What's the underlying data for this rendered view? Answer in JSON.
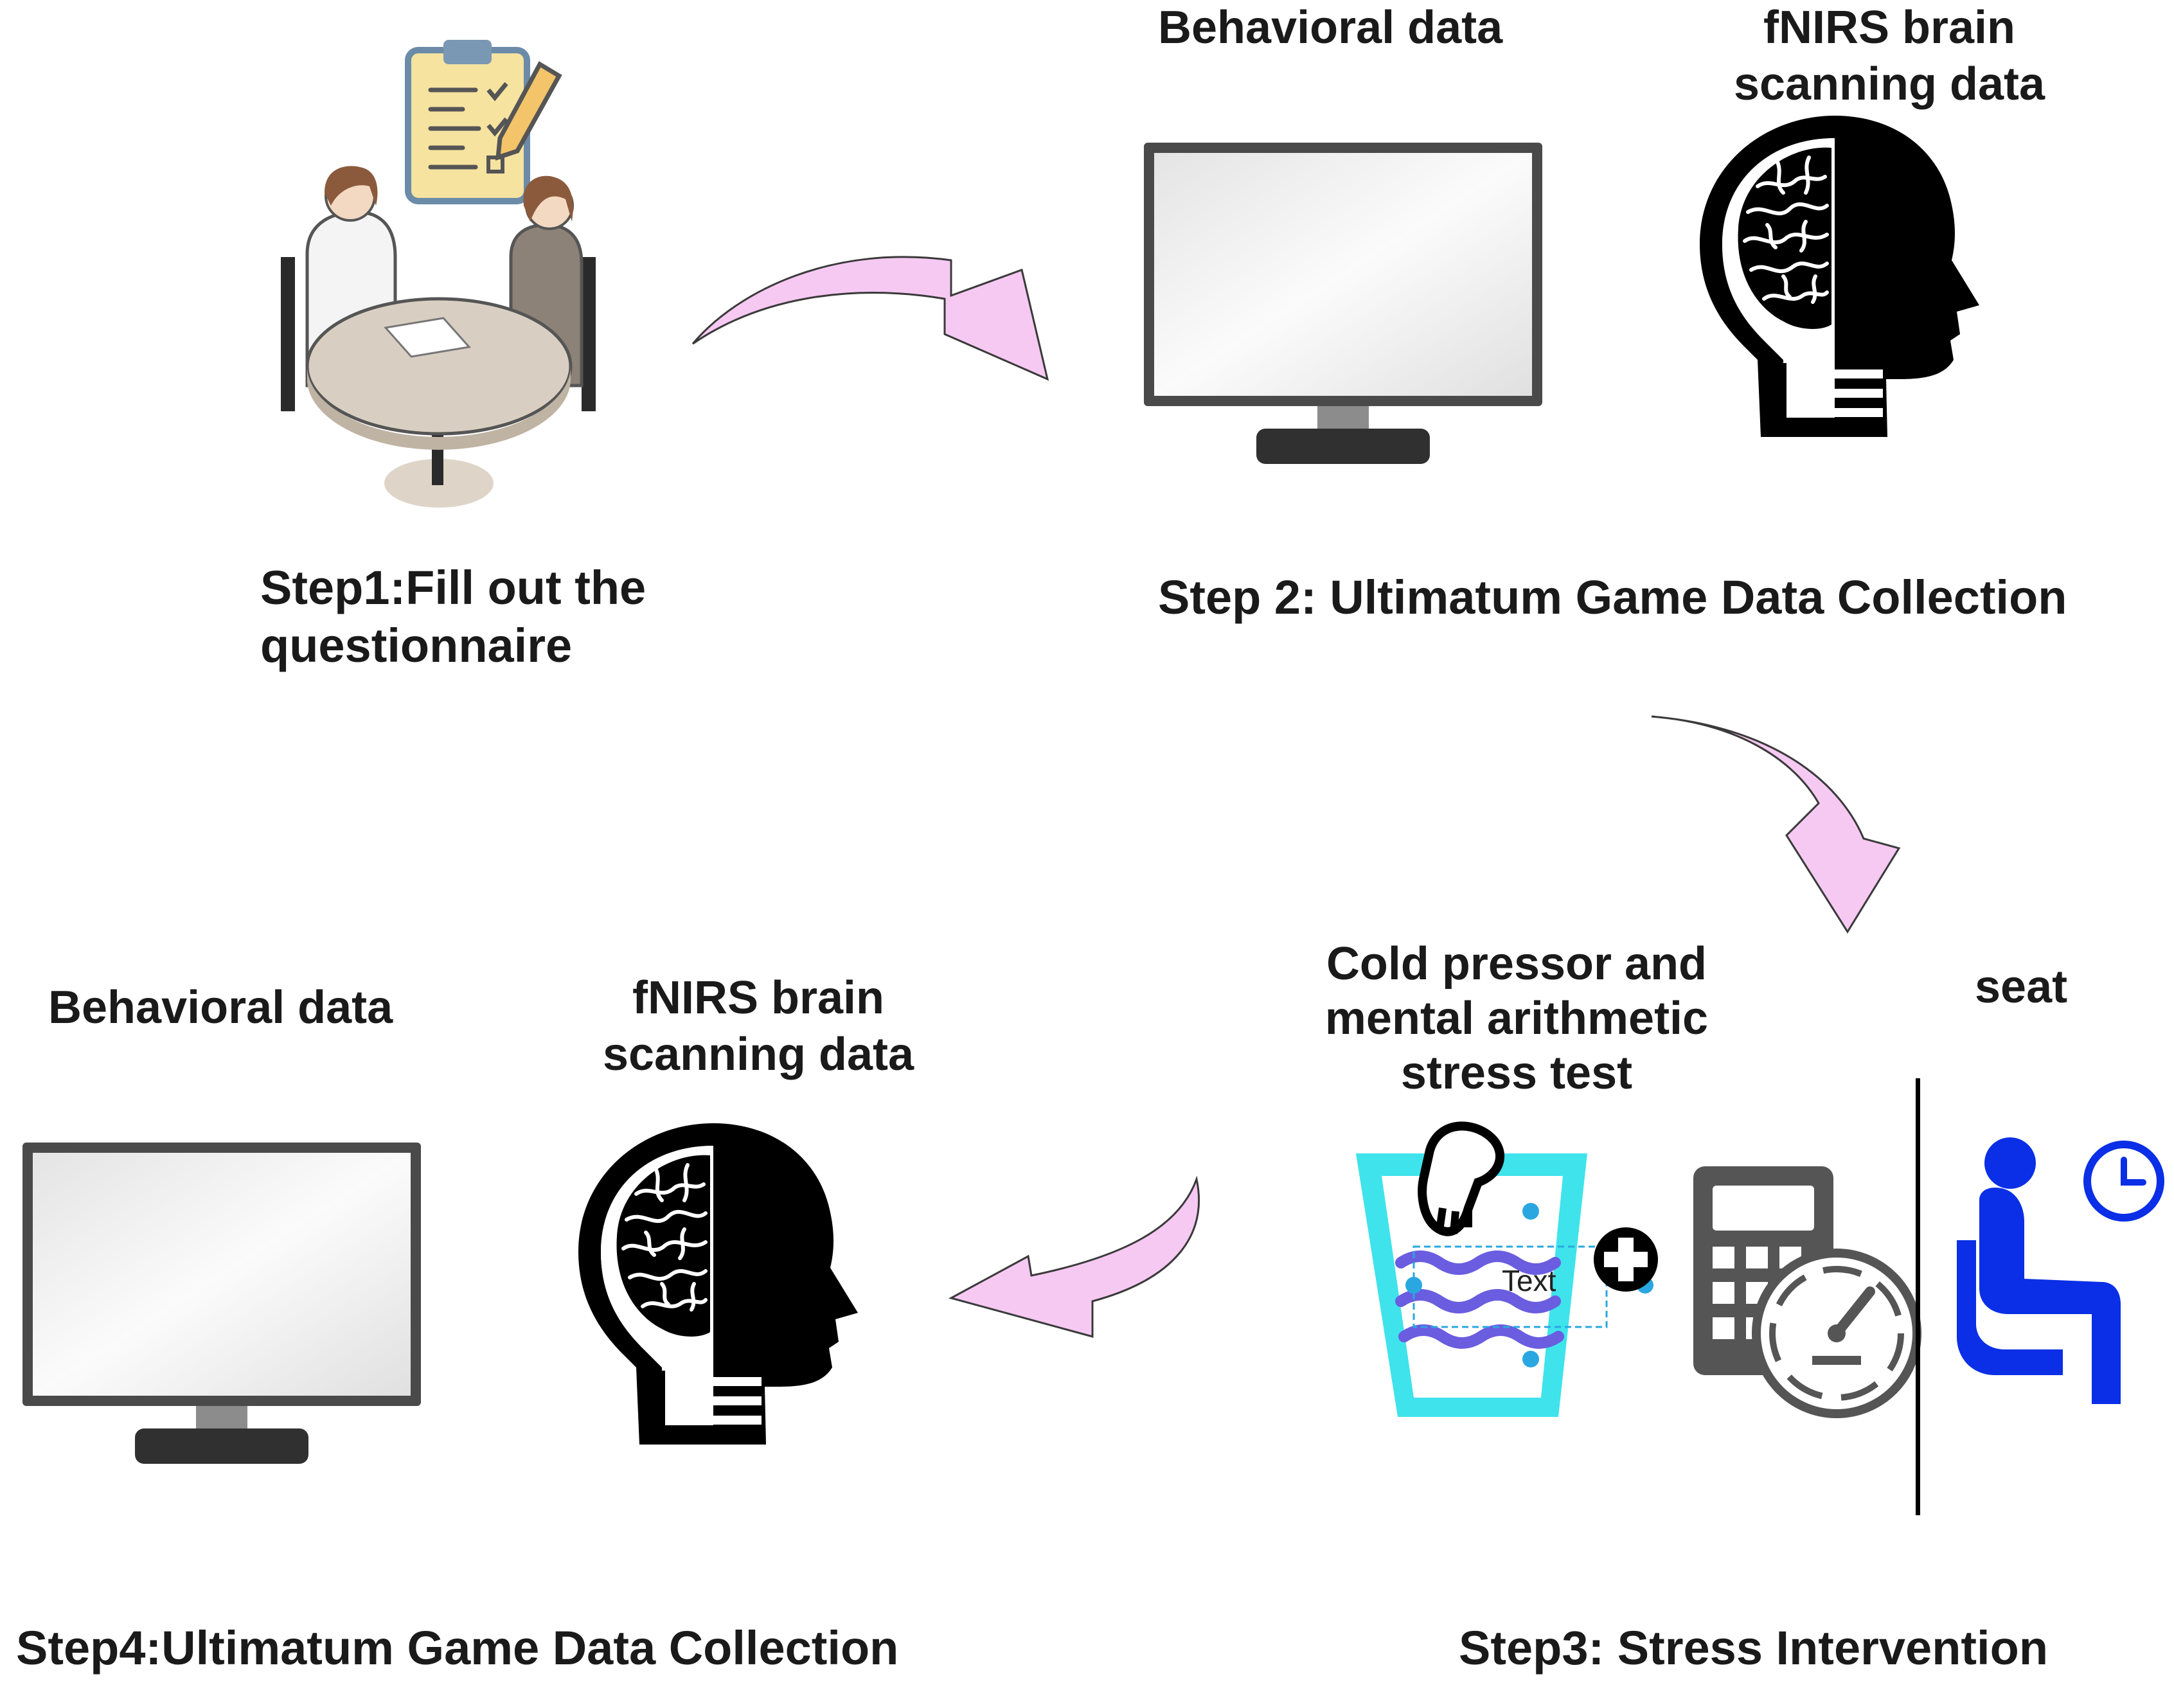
{
  "step1": {
    "title_line1": "Step1:Fill out the",
    "title_line2": "questionnaire"
  },
  "step2": {
    "title": "Step 2: Ultimatum Game Data Collection",
    "behavioral_label": "Behavioral data",
    "fnirs_line1": "fNIRS brain",
    "fnirs_line2": "scanning data"
  },
  "step3": {
    "title": "Step3: Stress Intervention",
    "cold_line1": "Cold pressor and",
    "cold_line2": "mental arithmetic",
    "cold_line3": "stress test",
    "textbox_placeholder": "Text",
    "seat_label": "seat"
  },
  "step4": {
    "title": "Step4:Ultimatum Game Data Collection",
    "behavioral_label": "Behavioral data",
    "fnirs_line1": "fNIRS brain",
    "fnirs_line2": "scanning data"
  },
  "colors": {
    "arrow_fill": "#f6c9f3",
    "water": "#3fe3ec",
    "wave": "#6a5de0",
    "seat_person": "#0a2fe6",
    "calculator": "#555555"
  }
}
